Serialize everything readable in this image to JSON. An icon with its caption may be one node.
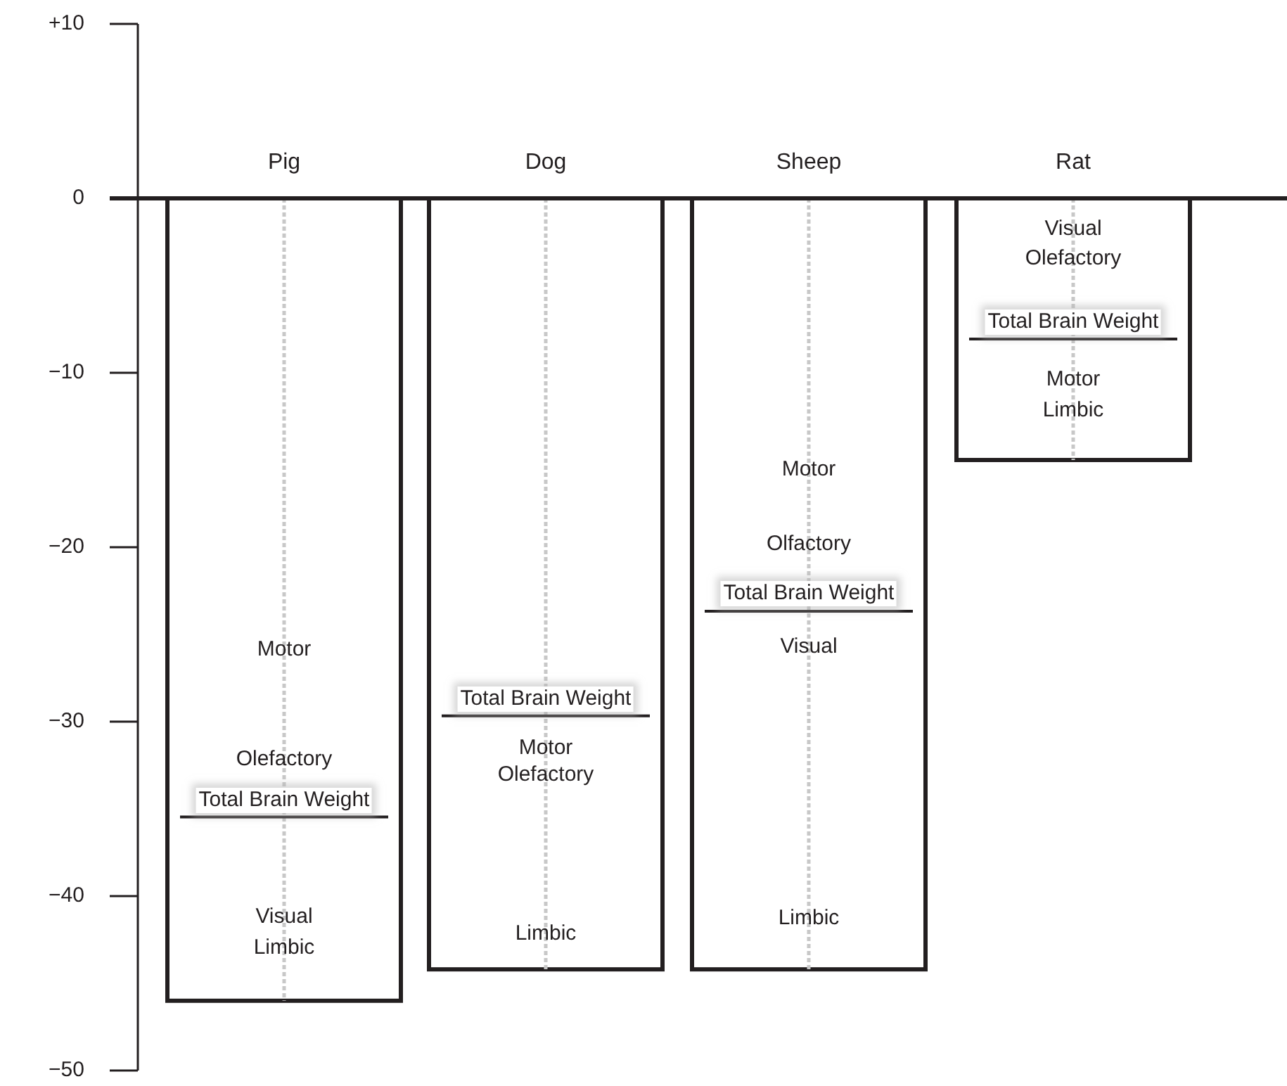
{
  "diagram": {
    "chart_data": {
      "type": "bar",
      "categories": [
        "Pig",
        "Dog",
        "Sheep",
        "Rat"
      ],
      "values": [
        -46,
        -44.2,
        -44.2,
        -15
      ],
      "ylim": [
        -50,
        10
      ],
      "yticks": [
        {
          "value": 10,
          "label": "+10"
        },
        0,
        {
          "value": -10,
          "label": "−10"
        },
        {
          "value": -20,
          "label": "−20"
        },
        {
          "value": -30,
          "label": "−30"
        },
        {
          "value": -40,
          "label": "−40"
        },
        {
          "value": -50,
          "label": "−50"
        }
      ],
      "grid": true,
      "annotations": [
        "Motor",
        "Olefactory",
        "Total Brain Weight",
        "Visual",
        "Limbic",
        "Total Brain Weight",
        "Motor",
        "Olefactory",
        "Limbic",
        "Motor",
        "Olfactory",
        "Total Brain Weight",
        "Visual",
        "Limbic",
        "Visual",
        "Olefactory",
        "Total Brain Weight",
        "Motor",
        "Limbic"
      ]
    }
  }
}
